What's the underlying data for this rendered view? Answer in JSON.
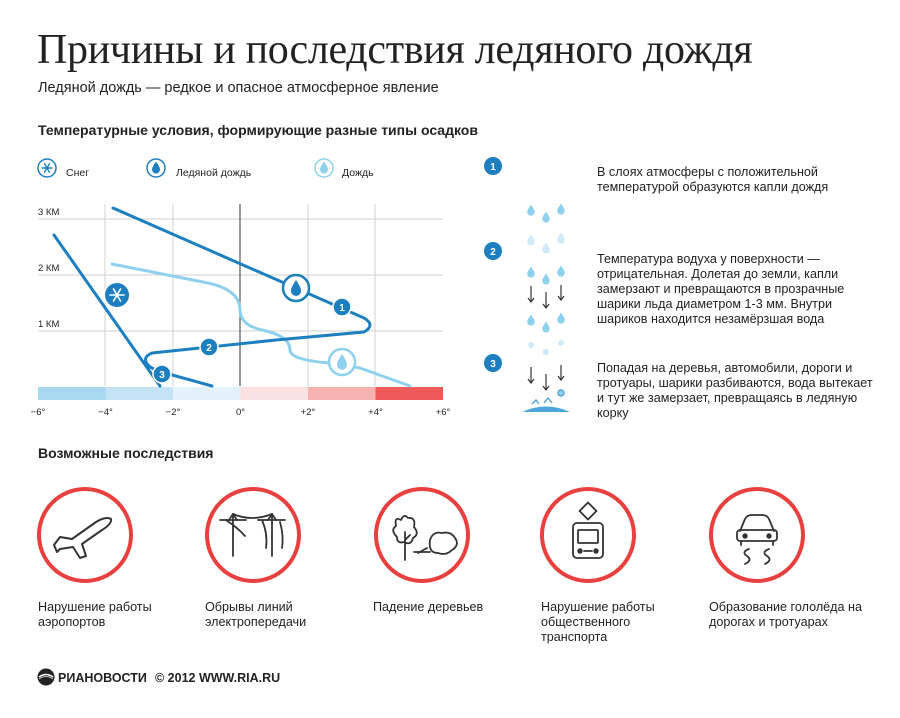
{
  "title": "Причины и последствия ледяного дождя",
  "subtitle": "Ледяной дождь — редкое и опасное атмосферное явление",
  "temperature_section": {
    "heading": "Температурные условия, формирующие разные типы осадков",
    "legend": [
      {
        "label": "Снег",
        "icon": "snowflake-icon"
      },
      {
        "label": "Ледяной дождь",
        "icon": "ice-drop-icon"
      },
      {
        "label": "Дождь",
        "icon": "rain-drop-icon"
      }
    ],
    "altitude_labels": [
      "3 КМ",
      "2 КМ",
      "1 КМ"
    ],
    "temperature_labels": [
      "−6°",
      "−4°",
      "−2°",
      "0°",
      "+2°",
      "+4°",
      "+6°"
    ],
    "scale_colors": [
      "#a8d8f0",
      "#c4e4f5",
      "#e2f1fa",
      "#fbe2e2",
      "#f6b1b1",
      "#ee5a5a"
    ],
    "curve_colors": {
      "snow": "#1d7fc0",
      "ice_rain": "#1d7fc0",
      "rain": "#8fd0ec"
    },
    "curve_markers": [
      "1",
      "2",
      "3"
    ]
  },
  "stages": [
    {
      "number": "1",
      "text": "В слоях атмосферы с положительной температурой образуются капли дождя"
    },
    {
      "number": "2",
      "text": "Температура водуха у поверхности — отрицательная. Долетая до земли, капли замерзают и превращаются в прозрачные шарики льда диаметром 1-3 мм. Внутри шариков находится незамёрзшая вода"
    },
    {
      "number": "3",
      "text": "Попадая на деревья, автомобили, дороги и тротуары, шарики разбиваются, вода вытекает и тут же замерзает, превращаясь в ледяную корку"
    }
  ],
  "consequences": {
    "heading": "Возможные последствия",
    "items": [
      {
        "label": "Нарушение работы аэропортов",
        "icon": "airplane-icon"
      },
      {
        "label": "Обрывы линий электропередачи",
        "icon": "power-lines-icon"
      },
      {
        "label": "Падение деревьев",
        "icon": "fallen-tree-icon"
      },
      {
        "label": "Нарушение работы общественного транспорта",
        "icon": "tram-icon"
      },
      {
        "label": "Образование гололёда на дорогах и тротуарах",
        "icon": "skidding-car-icon"
      }
    ],
    "circle_color": "#e8403f"
  },
  "footer": {
    "brand": "РИАНОВОСТИ",
    "copyright": "© 2012 WWW.RIA.RU"
  }
}
